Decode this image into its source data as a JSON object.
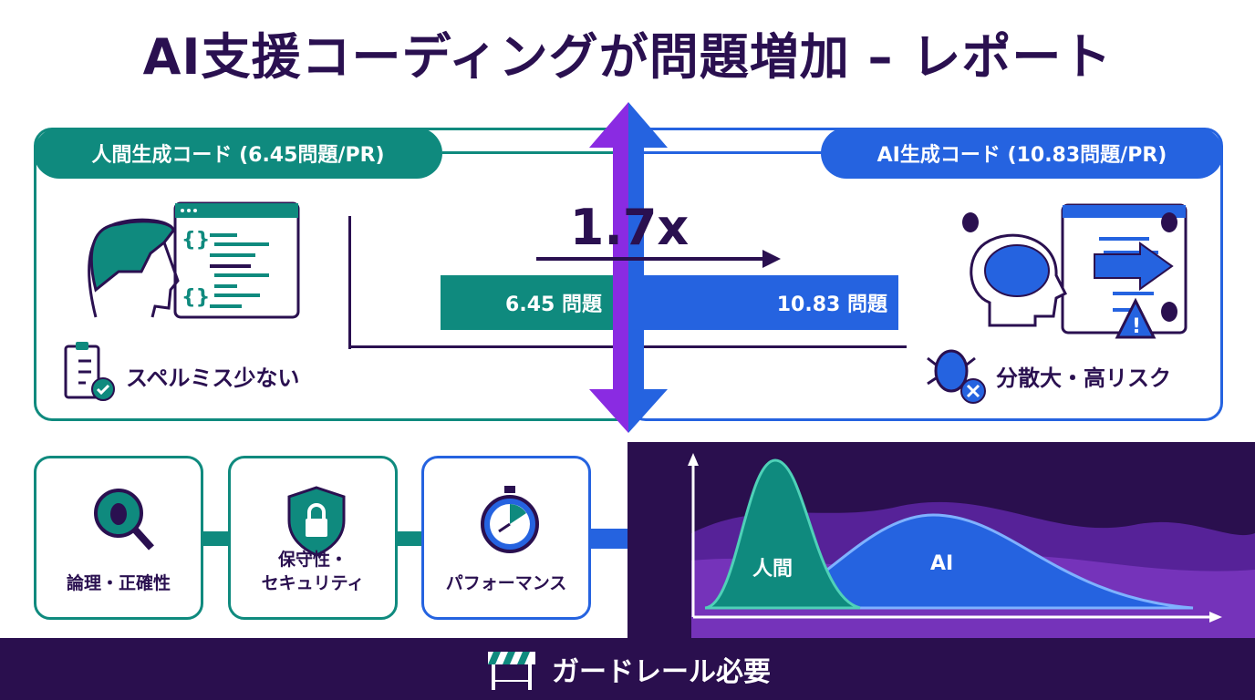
{
  "title": "AI支援コーディングが問題増加 – レポート",
  "human": {
    "header": "人間生成コード (6.45問題/PR)",
    "bar_label": "6.45 問題",
    "value": 6.45,
    "note": "スペルミス少ない"
  },
  "ai": {
    "header": "AI生成コード (10.83問題/PR)",
    "bar_label": "10.83 問題",
    "value": 10.83,
    "note": "分散大・高リスク"
  },
  "ratio": "1.7x",
  "categories": [
    {
      "label": "論理・正確性",
      "icon": "magnifier-bug-icon"
    },
    {
      "label": "保守性・\nセキュリティ",
      "label_lines": [
        "保守性・",
        "セキュリティ"
      ],
      "icon": "shield-lock-icon"
    },
    {
      "label": "パフォーマンス",
      "icon": "stopwatch-icon"
    }
  ],
  "distribution": {
    "human_label": "人間",
    "ai_label": "AI"
  },
  "footer": "ガードレール必要",
  "colors": {
    "teal": "#0f8a7e",
    "blue": "#2563e0",
    "purple": "#2a0f4e",
    "violet": "#8a2be2"
  }
}
